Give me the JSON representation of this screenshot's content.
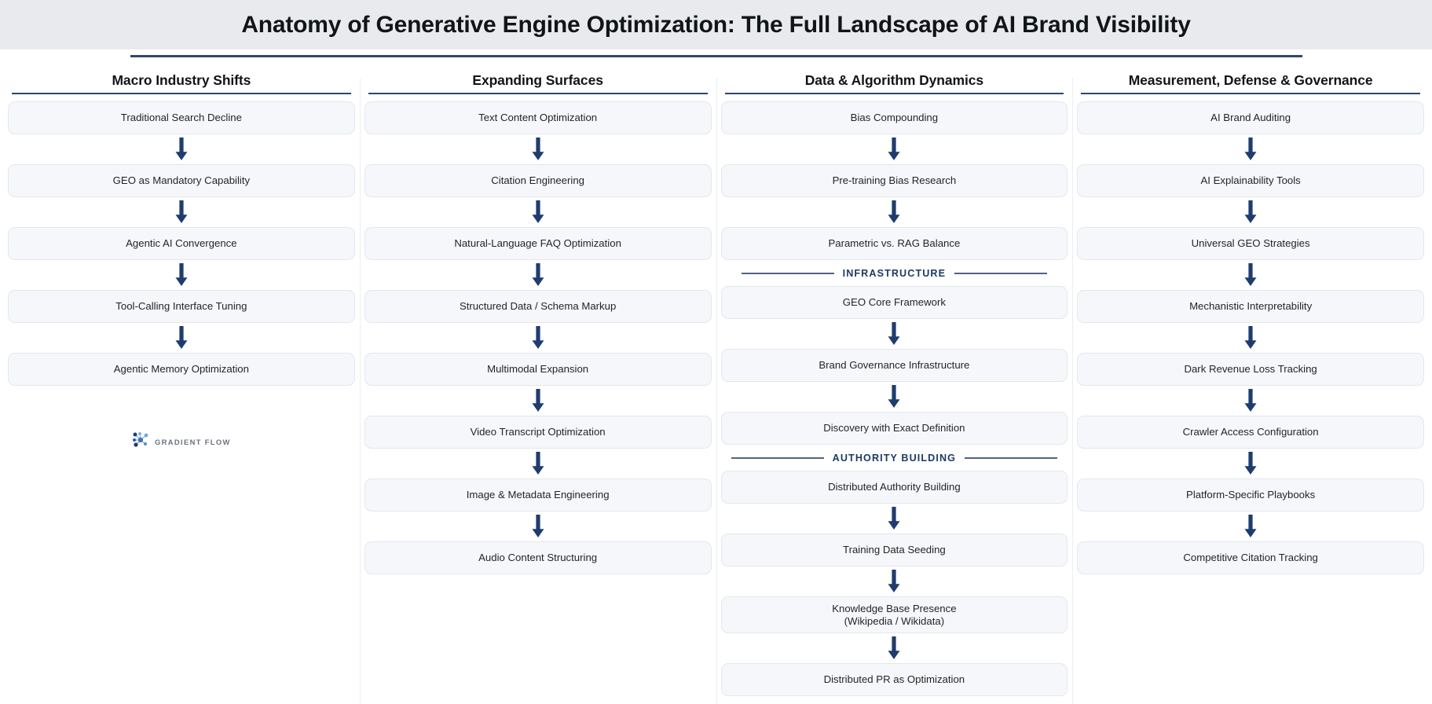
{
  "header": {
    "title": "Anatomy of Generative Engine Optimization: The Full Landscape of AI Brand Visibility"
  },
  "brand": {
    "name": "GRADIENT FLOW",
    "mark_icon": "network-nodes-icon"
  },
  "theme": {
    "title_bar_bg": "#e8eaed",
    "accent_navy": "#2c4770",
    "section_label_color": "#1d3a63",
    "section_rule_color": "#516483",
    "node_bg": "#f5f7fa",
    "node_border": "#e3e7ee",
    "arrow_color": "#1f3c6e",
    "page_bg": "#ffffff",
    "text_color": "#1f2328"
  },
  "columns": [
    {
      "header": "Macro Industry Shifts",
      "nodes": [
        {
          "label": "Traditional Search Decline"
        },
        {
          "label": "GEO as Mandatory Capability"
        },
        {
          "label": "Agentic AI Convergence"
        },
        {
          "label": "Tool-Calling Interface Tuning"
        },
        {
          "label": "Agentic Memory Optimization"
        }
      ],
      "show_brand": true
    },
    {
      "header": "Expanding Surfaces",
      "nodes": [
        {
          "label": "Text Content Optimization"
        },
        {
          "label": "Citation Engineering"
        },
        {
          "label": "Natural-Language FAQ Optimization"
        },
        {
          "label": "Structured Data / Schema Markup"
        },
        {
          "label": "Multimodal Expansion"
        },
        {
          "label": "Video Transcript Optimization"
        },
        {
          "label": "Image & Metadata Engineering"
        },
        {
          "label": "Audio Content Structuring"
        }
      ],
      "show_brand": false
    },
    {
      "header": "Data & Algorithm Dynamics",
      "nodes": [
        {
          "label": "Bias Compounding"
        },
        {
          "label": "Pre-training Bias Research"
        },
        {
          "label": "Parametric vs. RAG Balance"
        },
        {
          "divider": "INFRASTRUCTURE"
        },
        {
          "label": "GEO Core Framework"
        },
        {
          "label": "Brand Governance Infrastructure"
        },
        {
          "label": "Discovery with Exact Definition"
        },
        {
          "divider": "AUTHORITY BUILDING"
        },
        {
          "label": "Distributed Authority Building"
        },
        {
          "label": "Training Data Seeding"
        },
        {
          "label": "Knowledge Base Presence",
          "label2": "(Wikipedia / Wikidata)"
        },
        {
          "label": "Distributed PR as Optimization"
        }
      ],
      "show_brand": false
    },
    {
      "header": "Measurement, Defense & Governance",
      "nodes": [
        {
          "label": "AI Brand Auditing"
        },
        {
          "label": "AI Explainability Tools"
        },
        {
          "label": "Universal GEO Strategies"
        },
        {
          "label": "Mechanistic Interpretability"
        },
        {
          "label": "Dark Revenue Loss Tracking"
        },
        {
          "label": "Crawler Access Configuration"
        },
        {
          "label": "Platform-Specific Playbooks"
        },
        {
          "label": "Competitive Citation Tracking"
        }
      ],
      "show_brand": false
    }
  ]
}
